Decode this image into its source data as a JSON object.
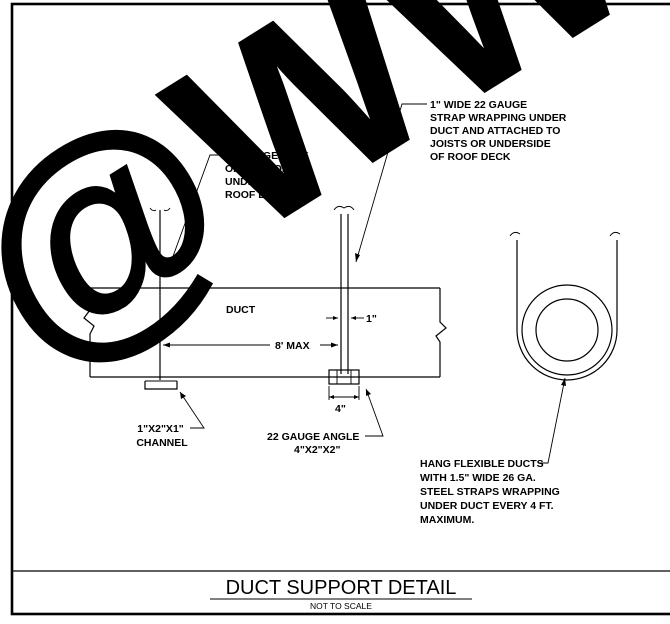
{
  "title_block": {
    "title": "DUCT SUPPORT DETAIL",
    "subtitle": "NOT TO SCALE"
  },
  "notes": {
    "strap": [
      "1\" WIDE 22 GAUGE",
      "STRAP WRAPPING UNDER",
      "DUCT AND ATTACHED TO",
      "JOISTS OR UNDERSIDE",
      "OF ROOF DECK"
    ],
    "wire": [
      "12 GAUGE WIRE",
      "OR 1/4\" ROD TO",
      "UNDERSIDE OF",
      "ROOF DECK"
    ],
    "channel": [
      "1\"X2\"X1\"",
      "CHANNEL"
    ],
    "angle": [
      "22 GAUGE ANGLE",
      "4\"X2\"X2\""
    ],
    "flex": [
      "HANG FLEXIBLE DUCTS",
      "WITH 1.5\" WIDE 26 GA.",
      "STEEL STRAPS WRAPPING",
      "UNDER DUCT EVERY 4 FT.",
      "MAXIMUM."
    ]
  },
  "labels": {
    "duct": "DUCT"
  },
  "dimensions": {
    "spacing": "8' MAX",
    "strap_width": "1\"",
    "angle_width": "4\""
  },
  "watermark": {
    "text": "@WWW"
  }
}
